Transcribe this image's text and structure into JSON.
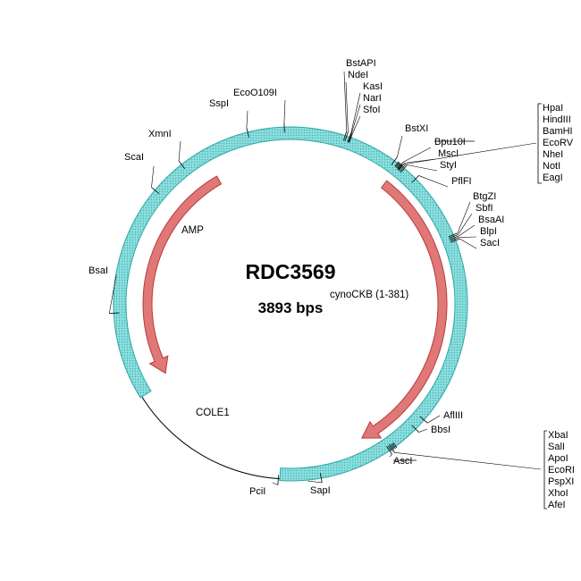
{
  "plasmid": {
    "name": "RDC3569",
    "size_label": "3893 bps"
  },
  "colors": {
    "backbone": "#000000",
    "arrow_fill": "#e07878",
    "arrow_stroke": "#b73a3a",
    "cole1_fill": "#7fd6d6",
    "cole1_stroke": "#2aa7a7"
  },
  "features": [
    {
      "name": "AMP",
      "type": "arrow"
    },
    {
      "name": "cynoCKB (1-381)",
      "type": "arrow"
    },
    {
      "name": "COLE1",
      "type": "box"
    }
  ],
  "sites": [
    "EcoO109I",
    "SspI",
    "XmnI",
    "ScaI",
    "BsaI",
    "PciI",
    "SapI",
    "BstAPI",
    "NdeI",
    "KasI",
    "NarI",
    "SfoI",
    "BstXI",
    "Bpu10I",
    "MscI",
    "StyI",
    "PflFI",
    "BtgZI",
    "SbfI",
    "BsaAI",
    "BlpI",
    "SacI",
    "AflIII",
    "BbsI",
    "AscI"
  ],
  "site_groups": [
    {
      "names": [
        "HpaI",
        "HindIII",
        "BamHI",
        "EcoRV",
        "NheI",
        "NotI",
        "EagI"
      ]
    },
    {
      "names": [
        "XbaI",
        "SalI",
        "ApoI",
        "EcoRI",
        "PspXI",
        "XhoI",
        "AfeI"
      ]
    }
  ]
}
